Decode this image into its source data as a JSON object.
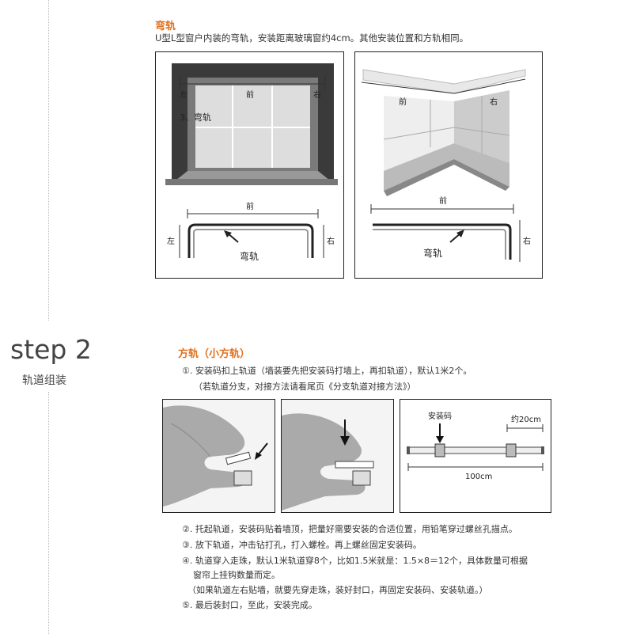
{
  "section1": {
    "title": "弯轨",
    "desc": "U型L型窗户内装的弯轨，安装距离玻璃窗约4cm。其他安装位置和方轨相同。",
    "u_window": {
      "left": "左",
      "front": "前",
      "right": "右",
      "overlay": "3、弯轨"
    },
    "u_rail": {
      "front": "前",
      "left": "左",
      "right": "右",
      "name": "弯轨"
    },
    "l_window": {
      "front": "前",
      "right": "右"
    },
    "l_rail": {
      "front": "前",
      "right": "右",
      "name": "弯轨"
    }
  },
  "step": {
    "label": "step 2",
    "sub": "轨道组装"
  },
  "section2": {
    "title": "方轨（小方轨）",
    "line1": "①. 安装码扣上轨道（墙装要先把安装码打墙上，再扣轨道），默认1米2个。",
    "line2": "（若轨道分支，对接方法请看尾页《分支轨道对接方法》）",
    "diagram": {
      "bracket": "安装码",
      "spacing": "约20cm",
      "length": "100cm"
    },
    "steps": [
      "②. 托起轨道，安装码贴着墙顶，把量好需要安装的合适位置，用铅笔穿过螺丝孔描点。",
      "③. 放下轨道，冲击钻打孔，打入螺栓。再上螺丝固定安装码。",
      "④. 轨道穿入走珠，默认1米轨道穿8个，比如1.5米就是：1.5×8＝12个，具体数量可根据",
      "    窗帘上挂钩数量而定。",
      "  （如果轨道左右贴墙，就要先穿走珠，装好封口，再固定安装码、安装轨道。）",
      "⑤. 最后装封口，至此，安装完成。"
    ]
  }
}
